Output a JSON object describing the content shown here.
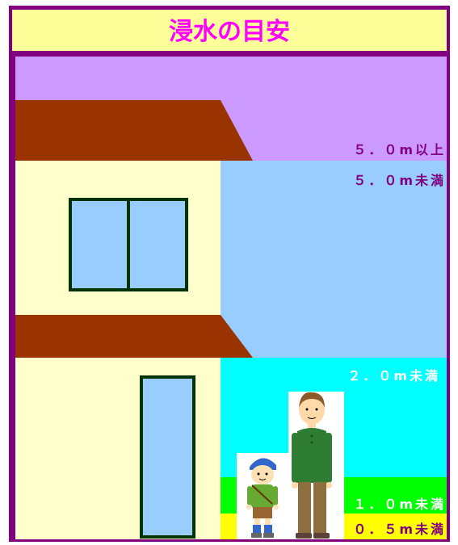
{
  "title": "浸水の目安",
  "colors": {
    "frame": "#800080",
    "title_bg": "#FFFF99",
    "title_text": "#FF00FF",
    "band_5m_plus": "#CC99FF",
    "band_5m": "#99CCFF",
    "band_2m": "#00FFFF",
    "band_1m": "#00FF00",
    "band_05m": "#FFFF00",
    "roof": "#993300",
    "wall": "#FFFFCC",
    "window": "#99CCFF",
    "window_frame": "#003300"
  },
  "bands": [
    {
      "id": "5m-plus",
      "label": "５．０m以上",
      "label_color": "#800080"
    },
    {
      "id": "5m",
      "label": "５．０m未満",
      "label_color": "#800080"
    },
    {
      "id": "2m",
      "label": "２．０m未満",
      "label_color": "#ffffff"
    },
    {
      "id": "1m",
      "label": "１．０m未満",
      "label_color": "#ffffff"
    },
    {
      "id": "05m",
      "label": "０．５m未満",
      "label_color": "#800080"
    }
  ],
  "figures": {
    "child_icon": "child-figure",
    "adult_icon": "adult-figure"
  }
}
